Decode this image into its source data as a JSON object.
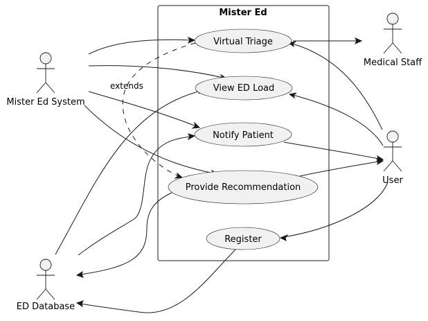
{
  "system": {
    "title": "Mister Ed"
  },
  "use_cases": {
    "virtual_triage": "Virtual Triage",
    "view_ed_load": "View ED Load",
    "notify_patient": "Notify Patient",
    "provide_recommendation": "Provide Recommendation",
    "register": "Register"
  },
  "actors": {
    "mister_ed_system": "Mister Ed System",
    "medical_staff": "Medical Staff",
    "user": "User",
    "ed_database": "ED Database"
  },
  "relationships": {
    "extends_label": "extends"
  },
  "colors": {
    "node_fill": "#f1f1f1",
    "line": "#181818",
    "background": "#ffffff"
  },
  "icons": [
    "stick-figure-actor",
    "ellipse-use-case"
  ]
}
